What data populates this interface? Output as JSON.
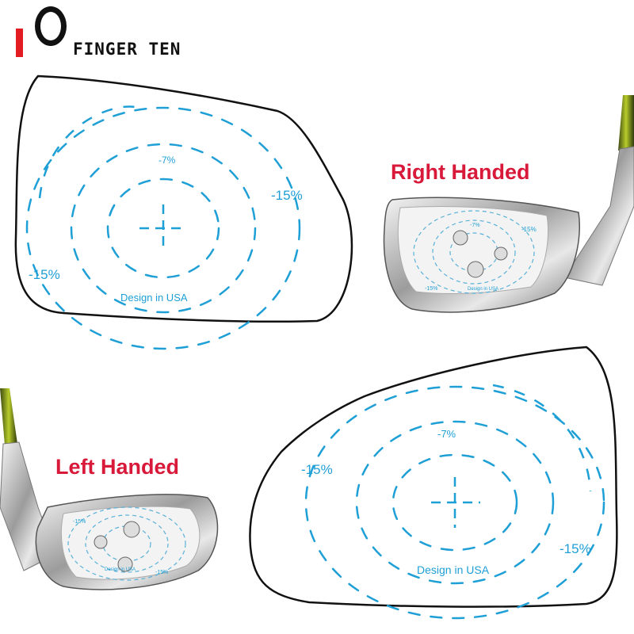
{
  "brand": {
    "name": "FINGER TEN",
    "colors": {
      "accent": "#e31b23",
      "ink": "#111111"
    }
  },
  "labels": {
    "right_handed": "Right Handed",
    "left_handed": "Left Handed"
  },
  "sticker": {
    "center_value": "-7%",
    "edge_value": "-15%",
    "footer": "Design in USA",
    "colors": {
      "dash": "#1e9fd6",
      "outline": "#111111"
    }
  },
  "label_color": "#d8193a"
}
